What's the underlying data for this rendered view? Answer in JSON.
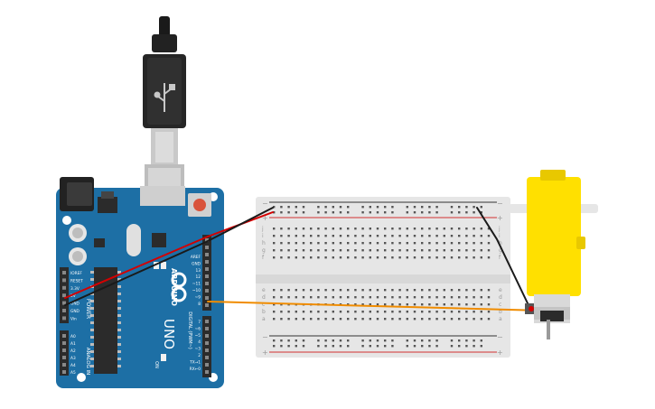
{
  "colors": {
    "board": "#1d6fa5",
    "board_dark": "#155a88",
    "header": "#2b2b2b",
    "breadboard": "#e6e6e6",
    "rail_red": "#d23030",
    "rail_dark": "#333333",
    "motor_yellow": "#ffe000",
    "wire_red": "#d40000",
    "wire_black": "#1a1a1a",
    "wire_orange": "#f08c00"
  },
  "arduino": {
    "brand": "ARDUINO",
    "model": "UNO",
    "on_label": "ON",
    "power_label": "POWER",
    "analog_label": "ANALOG IN",
    "digital_label": "DIGITAL (PWM~)",
    "left_header_labels": [
      "IOREF",
      "RESET",
      "3.3V",
      "5V",
      "GND",
      "GND",
      "Vin"
    ],
    "analog_pins": [
      "A0",
      "A1",
      "A2",
      "A3",
      "A4",
      "A5"
    ],
    "top_right_labels": [
      "AREF",
      "GND",
      "13",
      "12",
      "~11",
      "~10",
      "~9",
      "8"
    ],
    "bottom_right_labels": [
      "7",
      "~6",
      "~5",
      "4",
      "~3",
      "2",
      "TX→1",
      "RX←0"
    ]
  },
  "breadboard": {
    "row_letters_top": [
      "j",
      "i",
      "h",
      "g",
      "f"
    ],
    "row_letters_bottom": [
      "e",
      "d",
      "c",
      "b",
      "a"
    ],
    "rail_plus": "+",
    "rail_minus": "−",
    "column_count": 30
  },
  "motor": {
    "icon": "dc-motor-icon"
  }
}
